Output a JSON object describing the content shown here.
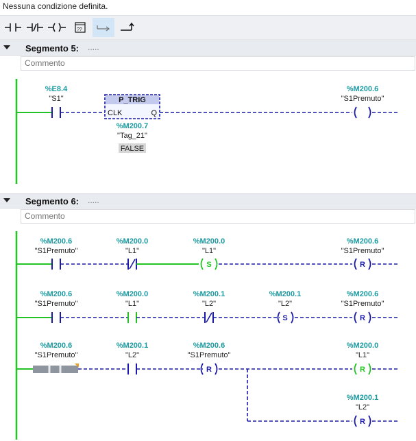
{
  "status_text": "Nessuna condizione definita.",
  "toolbar": [
    {
      "icon": "no-contact-icon"
    },
    {
      "icon": "nc-contact-icon"
    },
    {
      "icon": "coil-icon"
    },
    {
      "icon": "box-icon"
    },
    {
      "icon": "branch-open-icon",
      "active": true
    },
    {
      "icon": "branch-close-icon"
    }
  ],
  "segments": [
    {
      "title": "Segmento 5:",
      "dots": ".....",
      "comment": "Commento",
      "contact": {
        "addr": "%E8.4",
        "tag": "\"S1\""
      },
      "box": {
        "name": "P_TRIG",
        "in": "CLK",
        "out": "Q",
        "addr": "%M200.7",
        "tag": "\"Tag_21\"",
        "value": "FALSE"
      },
      "coil": {
        "addr": "%M200.6",
        "tag": "\"S1Premuto\""
      }
    },
    {
      "title": "Segmento 6:",
      "dots": ".....",
      "comment": "Commento",
      "rows": [
        {
          "elems": [
            {
              "addr": "%M200.6",
              "tag": "\"S1Premuto\"",
              "sym": "NO"
            },
            {
              "addr": "%M200.0",
              "tag": "\"L1\"",
              "sym": "NC"
            },
            {
              "addr": "%M200.0",
              "tag": "\"L1\"",
              "sym": "S"
            }
          ],
          "coil": {
            "addr": "%M200.6",
            "tag": "\"S1Premuto\"",
            "sym": "R"
          }
        },
        {
          "elems": [
            {
              "addr": "%M200.6",
              "tag": "\"S1Premuto\"",
              "sym": "NO"
            },
            {
              "addr": "%M200.0",
              "tag": "\"L1\"",
              "sym": "NO"
            },
            {
              "addr": "%M200.1",
              "tag": "\"L2\"",
              "sym": "NC"
            },
            {
              "addr": "%M200.1",
              "tag": "\"L2\"",
              "sym": "S"
            }
          ],
          "coil": {
            "addr": "%M200.6",
            "tag": "\"S1Premuto\"",
            "sym": "R"
          }
        },
        {
          "elems": [
            {
              "addr": "%M200.6",
              "tag": "\"S1Premuto\"",
              "sym": "GREY"
            },
            {
              "addr": "%M200.1",
              "tag": "\"L2\"",
              "sym": "NO"
            },
            {
              "addr": "%M200.6",
              "tag": "\"S1Premuto\"",
              "sym": "R"
            }
          ],
          "coil": {
            "addr": "%M200.0",
            "tag": "\"L1\"",
            "sym": "R"
          },
          "branch_coil": {
            "addr": "%M200.1",
            "tag": "\"L2\"",
            "sym": "R"
          }
        }
      ]
    }
  ],
  "colors": {
    "active": "#22c322",
    "inactive": "#1a1aa8",
    "address": "#1a9aa0"
  }
}
